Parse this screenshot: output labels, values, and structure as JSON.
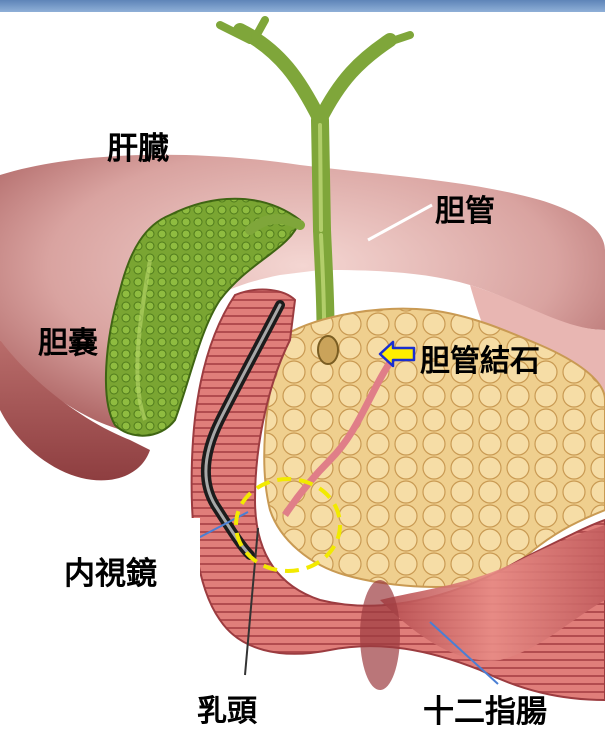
{
  "labels": {
    "liver": "肝臓",
    "bile_duct": "胆管",
    "gallbladder": "胆嚢",
    "bile_duct_stone": "胆管結石",
    "endoscope": "内視鏡",
    "papilla": "乳頭",
    "duodenum": "十二指腸"
  },
  "colors": {
    "header_bar": "#6f93c6",
    "arrow_fill": "#ffee00",
    "arrow_stroke": "#1a2fd0",
    "papilla_circle": "#f2ea00",
    "leader_line": "#4a7fd4",
    "liver": "#cf8f8c",
    "gallbladder": "#6f9a2c",
    "pancreas": "#e9c98a",
    "duodenum": "#d36c6c"
  }
}
